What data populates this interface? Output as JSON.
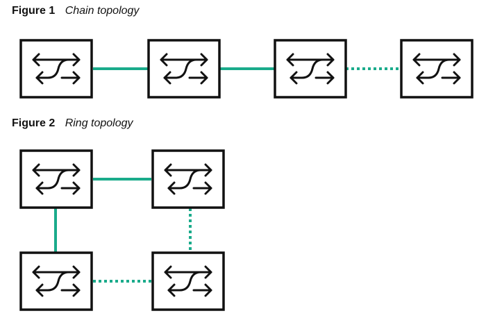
{
  "figure1": {
    "number": "Figure 1",
    "caption": "Chain topology",
    "switch_icon": "switch-icon",
    "links": [
      "solid",
      "solid",
      "dotted"
    ]
  },
  "figure2": {
    "number": "Figure 2",
    "caption": "Ring topology",
    "switch_icon": "switch-icon",
    "links": [
      "solid",
      "dotted",
      "dotted",
      "solid"
    ]
  },
  "colors": {
    "link": "#1aab8b",
    "box_border": "#111111",
    "text": "#111111"
  }
}
